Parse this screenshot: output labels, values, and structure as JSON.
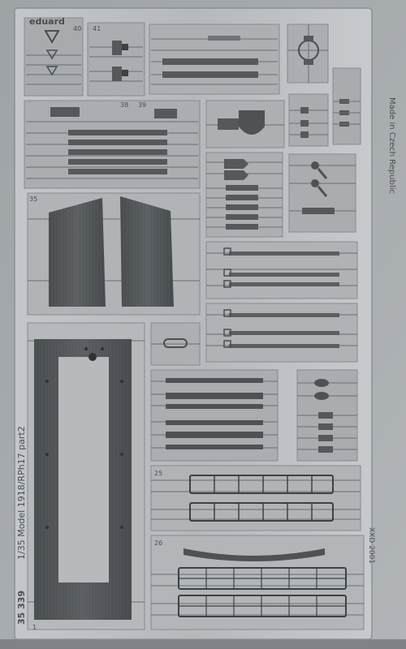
{
  "photo": {
    "subject": "photo-etched metal detail sheet",
    "colors": {
      "background": "#a9aeb1",
      "fret": "#b8bcc0",
      "fret_dark": "#8c9094",
      "part": "#55595c",
      "part_dark": "#3e4144",
      "wire": "#6a6e72"
    }
  },
  "sheet_text": {
    "brand": "eduard",
    "origin": "Made in Czech Republic",
    "title": "1/35 Model 1918/RPh17 part2",
    "catalog_no": "35 339",
    "code": "XXD 2001"
  },
  "part_numbers": {
    "n40": "40",
    "n41": "41",
    "n38": "38",
    "n39": "39",
    "n35": "35",
    "n25": "25",
    "n26": "26",
    "n1": "1"
  }
}
